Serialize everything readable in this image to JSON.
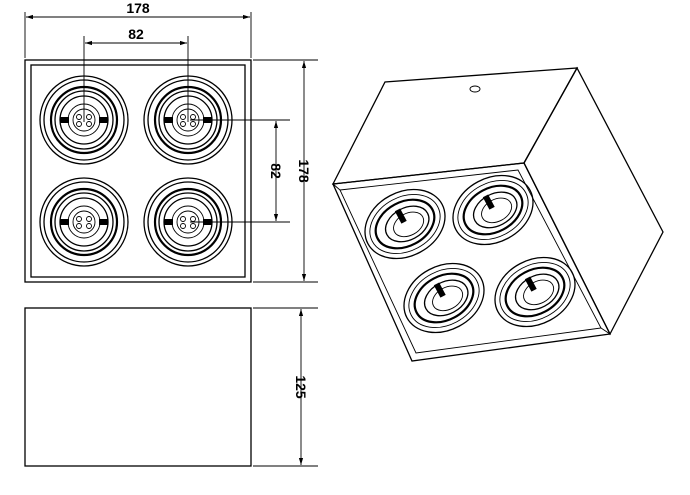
{
  "dimensions": {
    "overall_width": "178",
    "spacing_horizontal": "82",
    "spacing_vertical": "82",
    "overall_depth": "178",
    "height": "125"
  },
  "colors": {
    "line": "#000000",
    "background": "#ffffff"
  }
}
